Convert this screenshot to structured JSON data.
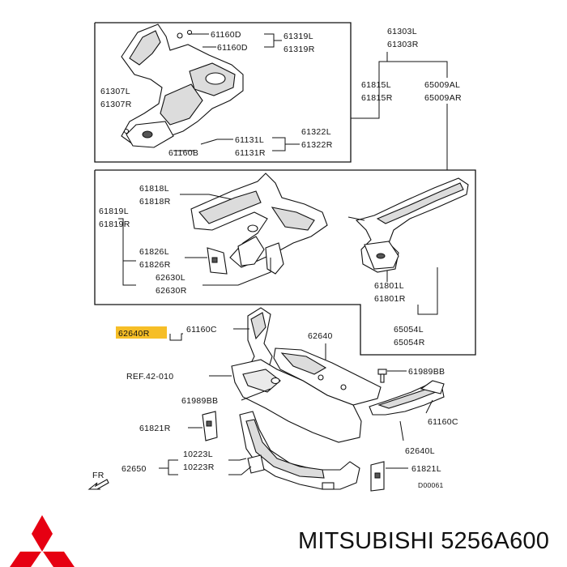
{
  "brand": {
    "text": "MITSUBISHI 5256A600",
    "logo": "mitsubishi-three-diamonds-logo",
    "logo_color": "#e60012"
  },
  "highlight_color": "#f5b301",
  "diagram_code": "D00061",
  "direction_label": "FR",
  "reference_label": "REF.42-010",
  "labels": {
    "l61160D_top": "61160D",
    "l61160D_mid": "61160D",
    "l61319L": "61319L",
    "l61319R": "61319R",
    "l61307L": "61307L",
    "l61307R": "61307R",
    "l61131L": "61131L",
    "l61131R": "61131R",
    "l61322L": "61322L",
    "l61322R": "61322R",
    "l61160B": "61160B",
    "l61303L": "61303L",
    "l61303R": "61303R",
    "l61815L": "61815L",
    "l61815R": "61815R",
    "l65009AL": "65009AL",
    "l65009AR": "65009AR",
    "l61818L": "61818L",
    "l61818R": "61818R",
    "l61819L": "61819L",
    "l61819R": "61819R",
    "l61826L": "61826L",
    "l61826R": "61826R",
    "l62630L": "62630L",
    "l62630R": "62630R",
    "l61801L": "61801L",
    "l61801R": "61801R",
    "l65054L": "65054L",
    "l65054R": "65054R",
    "l62640R": "62640R",
    "l61160C_top": "61160C",
    "l62640": "62640",
    "l61989BB_r": "61989BB",
    "l61989BB_l": "61989BB",
    "l61821R": "61821R",
    "l61160C_r": "61160C",
    "l62640L": "62640L",
    "l10223L": "10223L",
    "l10223R": "10223R",
    "l62650": "62650",
    "l61821L": "61821L"
  }
}
